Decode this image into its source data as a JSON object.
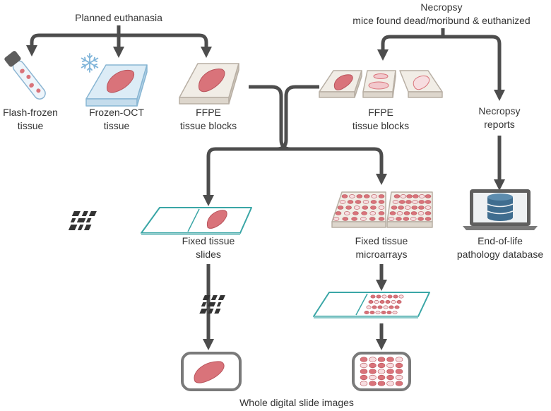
{
  "colors": {
    "arrow": "#4d4d4d",
    "tissue": "#d9737a",
    "tissue_stroke": "#b9545c",
    "block_face": "#f1ede6",
    "block_side": "#ddd6cc",
    "block_stroke": "#b8afa4",
    "oct_face": "#dcecf6",
    "oct_side": "#c4dcec",
    "oct_stroke": "#88b6d3",
    "slide_teal": "#3aa6a6",
    "frame": "#7a7a7a",
    "tube_cap": "#5d5d5d",
    "laptop": "#5f5f5f",
    "db": "#3f6d8f"
  },
  "icons": [
    "snowflake-icon",
    "database-icon",
    "qr-code-icon",
    "laptop-icon"
  ],
  "labels": {
    "planned_euthanasia": "Planned euthanasia",
    "necropsy_line1": "Necropsy",
    "necropsy_line2": "mice found dead/moribund & euthanized",
    "flash_frozen_line1": "Flash-frozen",
    "flash_frozen_line2": "tissue",
    "frozen_oct_line1": "Frozen-OCT",
    "frozen_oct_line2": "tissue",
    "ffpe_left_line1": "FFPE",
    "ffpe_left_line2": "tissue blocks",
    "ffpe_right_line1": "FFPE",
    "ffpe_right_line2": "tissue blocks",
    "necropsy_reports_line1": "Necropsy",
    "necropsy_reports_line2": "reports",
    "fixed_slides_line1": "Fixed tissue",
    "fixed_slides_line2": "slides",
    "microarrays_line1": "Fixed tissue",
    "microarrays_line2": "microarrays",
    "eol_db_line1": "End-of-life",
    "eol_db_line2": "pathology database",
    "wsi": "Whole digital slide images"
  }
}
